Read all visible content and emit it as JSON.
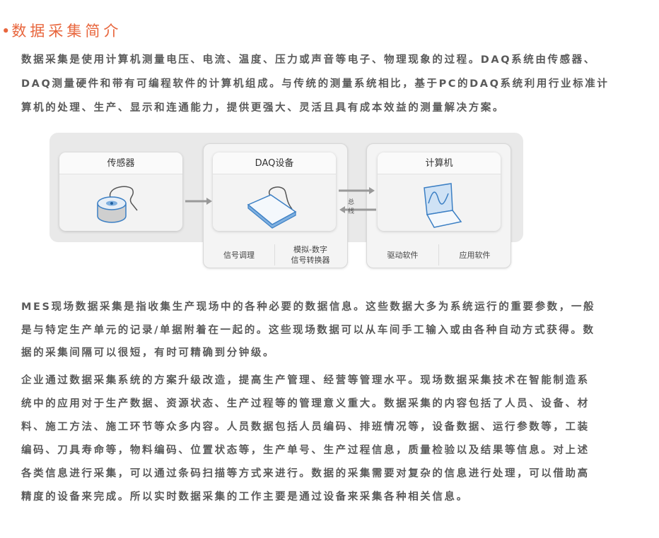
{
  "title": {
    "bullet": "•",
    "text": "数据采集简介"
  },
  "intro_lines": [
    "数据采集是使用计算机测量电压、电流、温度、压力或声音等电子、物理现象的过程。DAQ系统由传感器、",
    "DAQ测量硬件和带有可编程软件的计算机组成。与传统的测量系统相比，基于PC的DAQ系统利用行业标准计",
    "算机的处理、生产、显示和连通能力，提供更强大、灵活且具有成本效益的测量解决方案。"
  ],
  "diagram": {
    "sensor_label": "传感器",
    "daq_label": "DAQ设备",
    "computer_label": "计算机",
    "bus_label": "总线",
    "daq_parts": [
      "信号调理",
      "模拟-数字\n信号转换器"
    ],
    "computer_parts": [
      "驱动软件",
      "应用软件"
    ],
    "accent_color": "#3b7fc4"
  },
  "mes_lines": [
    "MES现场数据采集是指收集生产现场中的各种必要的数据信息。这些数据大多为系统运行的重要参数，一般",
    "是与特定生产单元的记录/单据附着在一起的。这些现场数据可以从车间手工输入或由各种自动方式获得。数",
    "据的采集间隔可以很短，有时可精确到分钟级。"
  ],
  "enterprise_lines": [
    "企业通过数据采集系统的方案升级改造，提高生产管理、经营等管理水平。现场数据采集技术在智能制造系",
    "统中的应用对于生产数据、资源状态、生产过程等的管理意义重大。数据采集的内容包括了人员、设备、材",
    "料、施工方法、施工环节等众多内容。人员数据包括人员编码、排班情况等，设备数据、运行参数等，工装",
    "编码、刀具寿命等，物料编码、位置状态等，生产单号、生产过程信息，质量检验以及结果等信息。对上述",
    "各类信息进行采集，可以通过条码扫描等方式来进行。数据的采集需要对复杂的信息进行处理，可以借助高",
    "精度的设备来完成。所以实时数据采集的工作主要是通过设备来采集各种相关信息。"
  ]
}
